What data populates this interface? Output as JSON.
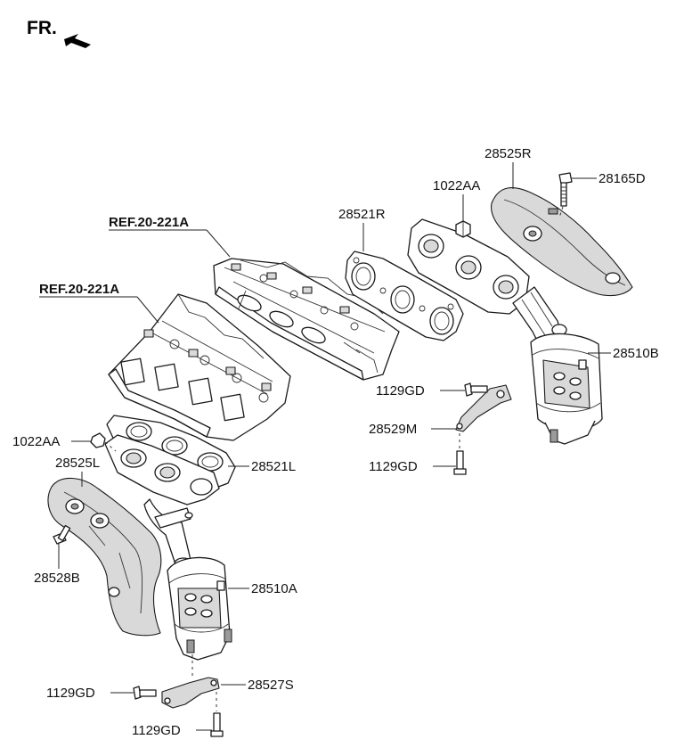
{
  "front_indicator": "FR.",
  "refs": [
    "REF.20-221A",
    "REF.20-221A"
  ],
  "part_labels": {
    "heat_protector_r": "28525R",
    "bolt_top_r": "28165D",
    "nut_r": "1022AA",
    "gasket_r": "28521R",
    "converter_b": "28510B",
    "bolt_bracket_r_upper": "1129GD",
    "bracket_r": "28529M",
    "bolt_bracket_r_lower": "1129GD",
    "nut_l": "1022AA",
    "heat_protector_l": "28525L",
    "gasket_l": "28521L",
    "bolt_l": "28528B",
    "converter_a": "28510A",
    "bolt_bracket_l_upper": "1129GD",
    "bracket_l": "28527S",
    "bolt_bracket_l_lower": "1129GD"
  },
  "colors": {
    "line": "#1a1a1a",
    "shade": "#d9d9d9",
    "dark": "#9a9a9a"
  }
}
